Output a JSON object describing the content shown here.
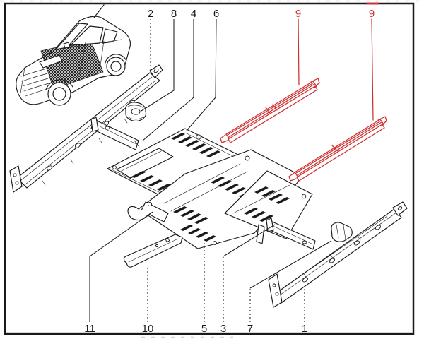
{
  "diagram": {
    "kind": "exploded-parts-diagram-floor-panels",
    "ink_color": "#1a1a1a",
    "highlight_color": "#cf3030",
    "background_color": "#ffffff",
    "callouts_top": [
      {
        "label": "2"
      },
      {
        "label": "8"
      },
      {
        "label": "4"
      },
      {
        "label": "6"
      },
      {
        "label": "9"
      },
      {
        "label": "9"
      }
    ],
    "callouts_bottom": [
      {
        "label": "11"
      },
      {
        "label": "10"
      },
      {
        "label": "5"
      },
      {
        "label": "3"
      },
      {
        "label": "7"
      },
      {
        "label": "1"
      }
    ]
  }
}
